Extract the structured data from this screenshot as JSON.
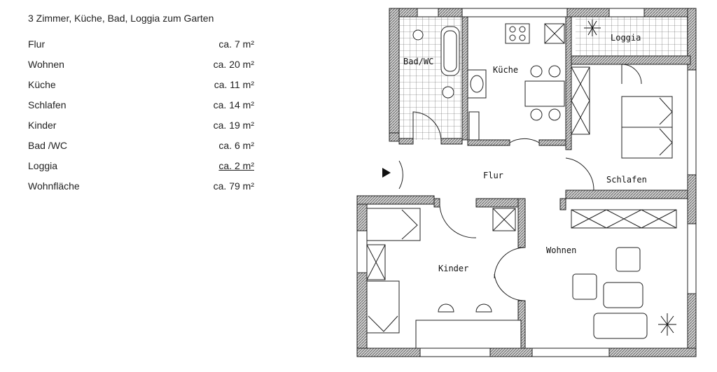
{
  "heading": "3 Zimmer, Küche, Bad, Loggia zum Garten",
  "areas": [
    {
      "room": "Flur",
      "area": "ca.  7 m²"
    },
    {
      "room": "Wohnen",
      "area": "ca. 20 m²"
    },
    {
      "room": "Küche",
      "area": "ca. 11 m²"
    },
    {
      "room": "Schlafen",
      "area": "ca. 14 m²"
    },
    {
      "room": "Kinder",
      "area": "ca. 19 m²"
    },
    {
      "room": "Bad /WC",
      "area": "ca.  6 m²"
    },
    {
      "room": "Loggia",
      "area": "ca.  2 m²"
    },
    {
      "room": "Wohnfläche",
      "area": "ca. 79 m²"
    }
  ],
  "plan_labels": {
    "bad": "Bad/WC",
    "kueche": "Küche",
    "loggia": "Loggia",
    "flur": "Flur",
    "schlafen": "Schlafen",
    "wohnen": "Wohnen",
    "kinder": "Kinder"
  }
}
